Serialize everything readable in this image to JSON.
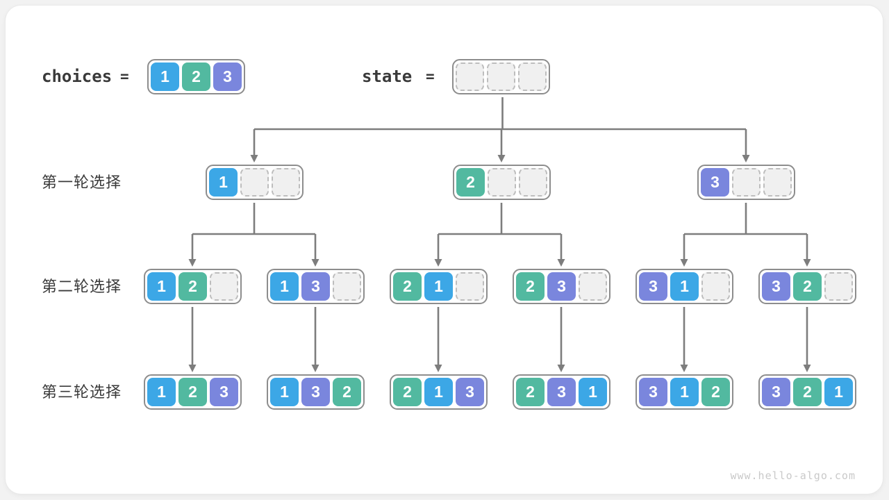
{
  "palette": {
    "value_colors": {
      "1": "#3ca7e6",
      "2": "#52b9a0",
      "3": "#7a86dd"
    },
    "node_border": "#8d8d8d",
    "empty_fill": "#f0f0f0",
    "empty_border": "#bdbdbd",
    "line": "#7d7d7d",
    "text": "#3a3a3a",
    "watermark_color": "#c9c9c9"
  },
  "header": {
    "choices_label": "choices",
    "choices_equals": "=",
    "choices_values": [
      "1",
      "2",
      "3"
    ],
    "state_label": "state",
    "state_equals": "=",
    "state_values": [
      null,
      null,
      null
    ]
  },
  "rows": [
    {
      "label": "第一轮选择",
      "nodes": [
        [
          "1",
          null,
          null
        ],
        [
          "2",
          null,
          null
        ],
        [
          "3",
          null,
          null
        ]
      ]
    },
    {
      "label": "第二轮选择",
      "nodes": [
        [
          "1",
          "2",
          null
        ],
        [
          "1",
          "3",
          null
        ],
        [
          "2",
          "1",
          null
        ],
        [
          "2",
          "3",
          null
        ],
        [
          "3",
          "1",
          null
        ],
        [
          "3",
          "2",
          null
        ]
      ]
    },
    {
      "label": "第三轮选择",
      "nodes": [
        [
          "1",
          "2",
          "3"
        ],
        [
          "1",
          "3",
          "2"
        ],
        [
          "2",
          "1",
          "3"
        ],
        [
          "2",
          "3",
          "1"
        ],
        [
          "3",
          "1",
          "2"
        ],
        [
          "3",
          "2",
          "1"
        ]
      ]
    }
  ],
  "watermark": "www.hello-algo.com"
}
